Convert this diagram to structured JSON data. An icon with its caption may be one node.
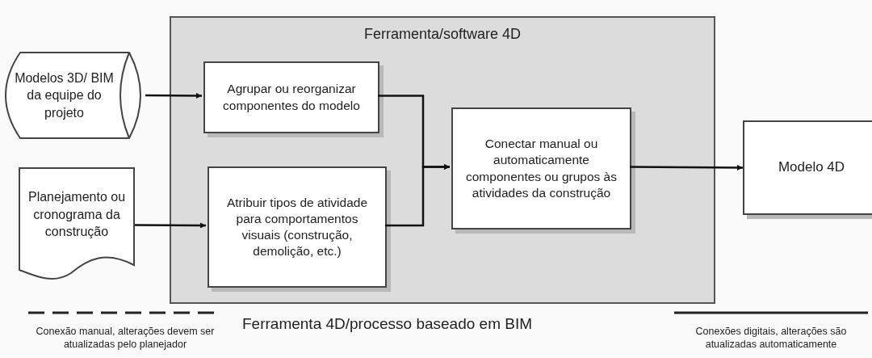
{
  "diagram": {
    "caption": "Ferramenta 4D/processo baseado em BIM",
    "nodes": [
      {
        "text": [
          "Ferramenta/software 4D"
        ]
      },
      {
        "text": [
          "Modelos 3D/ BIM da equipe do projeto"
        ]
      },
      {
        "text": [
          "Agrupar ou reorganizar componentes do modelo"
        ],
        "in": 0
      },
      {
        "text": [
          "Planejamento ou cronograma da construção"
        ]
      },
      {
        "text": [
          "Atribuir tipos de atividade para comportamentos visuais (construção, demolição, etc.)"
        ],
        "in": 0
      },
      {
        "text": [
          "Conectar manual ou automaticamente componentes ou grupos às atividades da construção"
        ],
        "in": 0
      },
      {
        "text": [
          "Modelo 4D"
        ]
      }
    ],
    "edges": [
      {
        "from": 1,
        "to": 2,
        "arrow": "to"
      },
      {
        "from": 3,
        "to": 4,
        "arrow": "to"
      },
      {
        "from": 2,
        "to": 5,
        "arrow": "to"
      },
      {
        "from": 4,
        "to": 5,
        "arrow": "to"
      },
      {
        "from": 5,
        "to": 6,
        "arrow": "to"
      }
    ],
    "legend": [
      {
        "text": "Conexão manual, alterações devem ser atualizadas pelo planejador"
      },
      {
        "text": "Conexões digitais, alterações são atualizadas automaticamente"
      }
    ]
  }
}
